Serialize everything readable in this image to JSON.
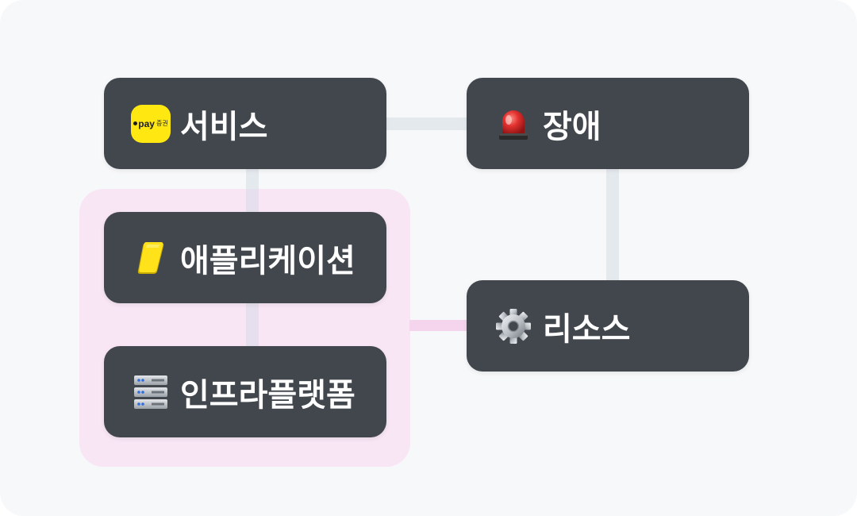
{
  "nodes": {
    "service": {
      "label": "서비스",
      "icon": "pay-securities-logo-icon",
      "badge_text": "pay",
      "badge_sub": "증권"
    },
    "incident": {
      "label": "장애",
      "icon": "siren-icon"
    },
    "application": {
      "label": "애플리케이션",
      "icon": "yellow-card-icon"
    },
    "infra_platform": {
      "label": "인프라플랫폼",
      "icon": "server-icon"
    },
    "resource": {
      "label": "리소스",
      "icon": "gear-icon"
    }
  },
  "colors": {
    "canvas_bg": "#f7f8fa",
    "node_bg": "#42474d",
    "node_text": "#ffffff",
    "group_bg": "#f8e6f5",
    "connector_gray": "#e4e9ee",
    "connector_pink": "#f5d4ee",
    "brand_yellow": "#ffe812",
    "siren_red": "#d4272b"
  }
}
